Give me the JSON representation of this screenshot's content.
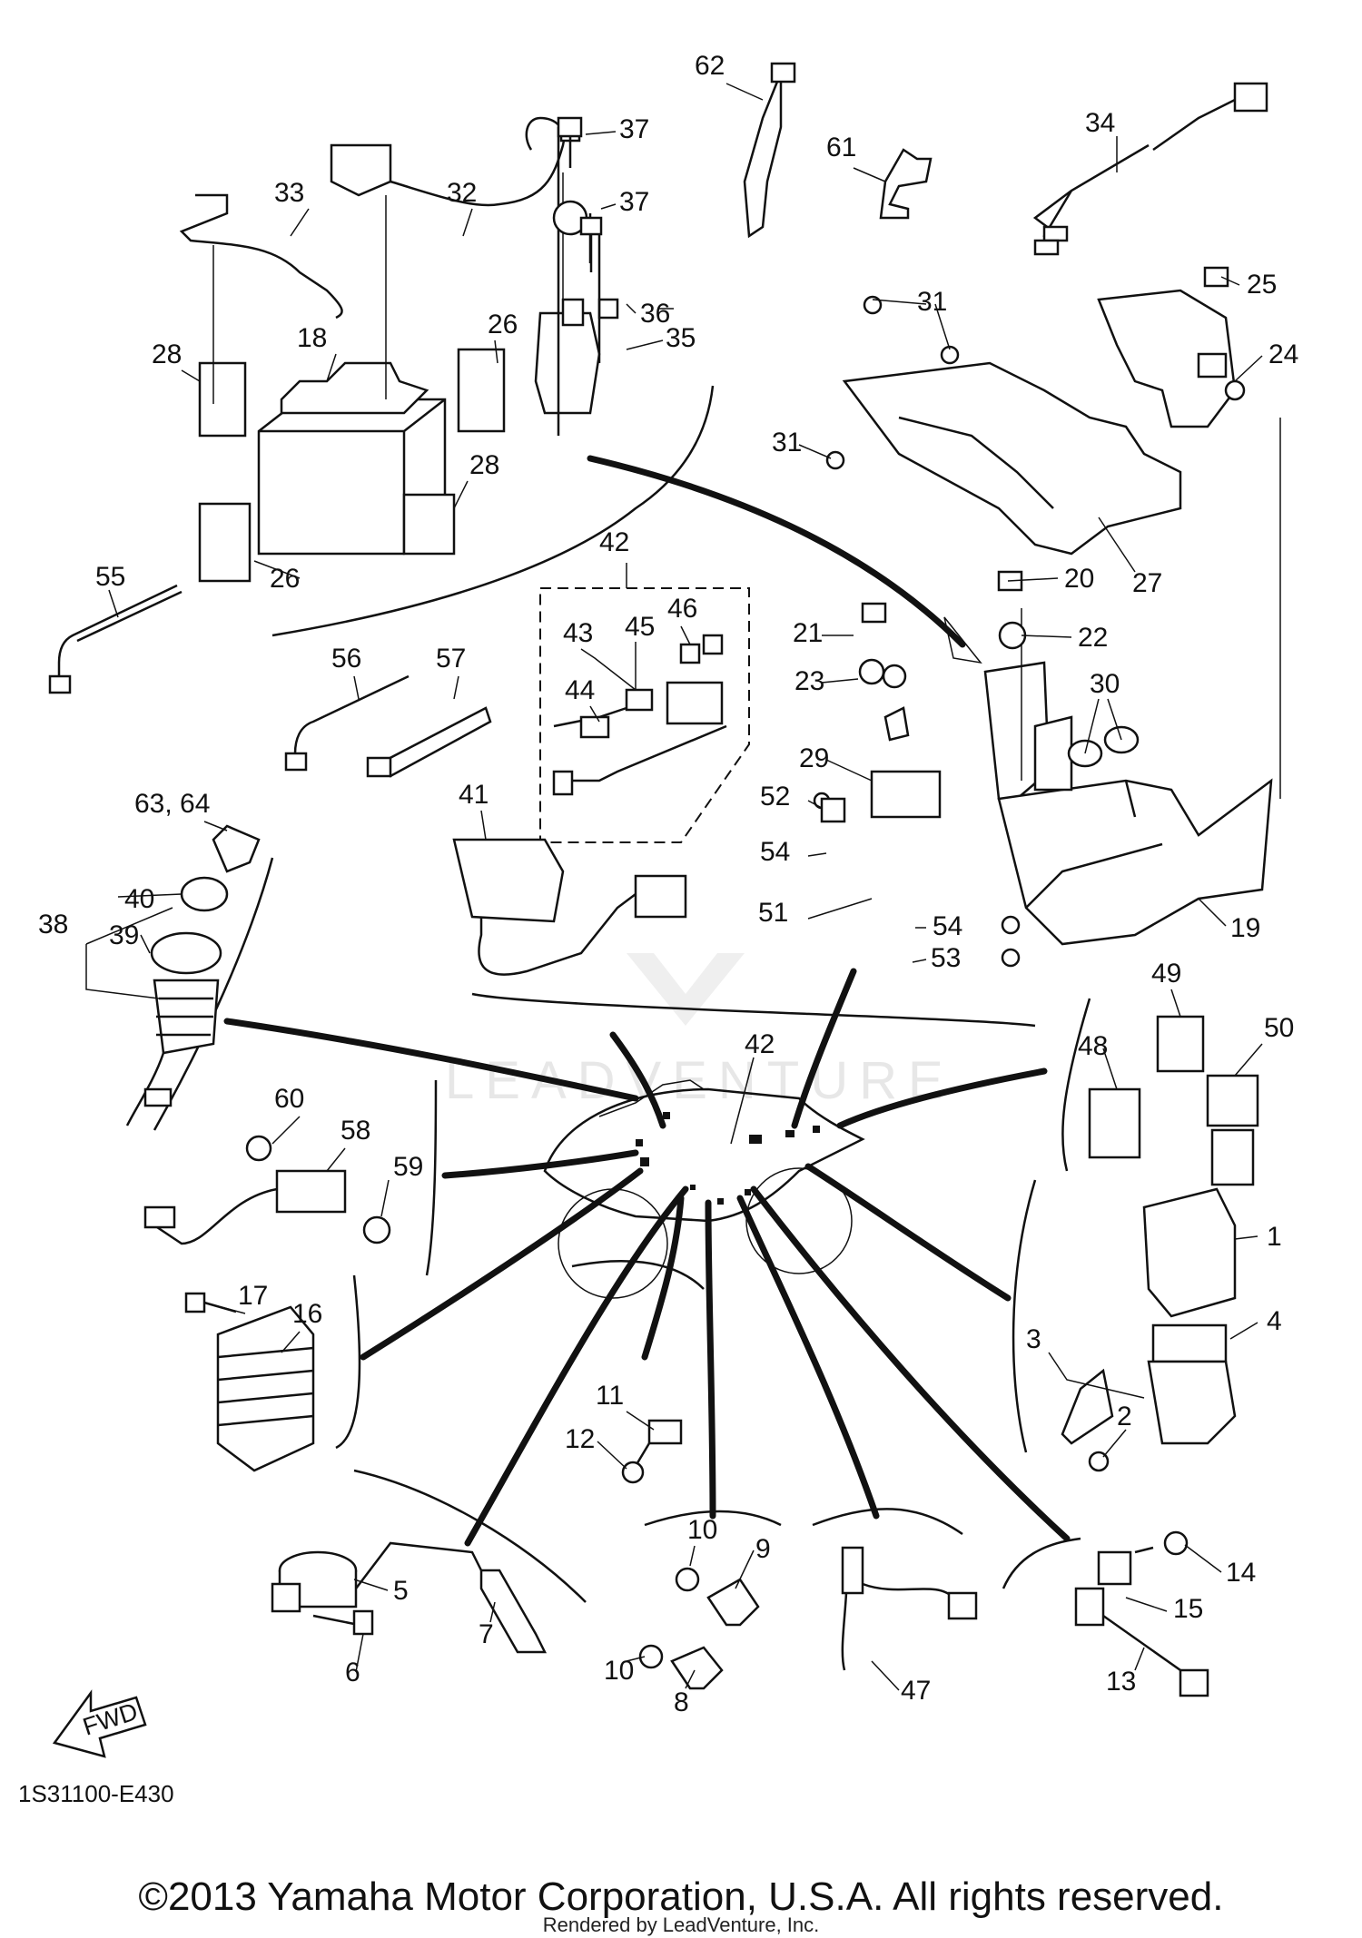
{
  "diagram": {
    "watermark": "LEADVENTURE",
    "diagram_code": "1S31100-E430",
    "fwd_label": "FWD",
    "callouts": [
      "1",
      "2",
      "3",
      "4",
      "5",
      "6",
      "7",
      "8",
      "9",
      "10",
      "10",
      "11",
      "12",
      "13",
      "14",
      "15",
      "16",
      "17",
      "18",
      "19",
      "20",
      "21",
      "22",
      "23",
      "24",
      "25",
      "26",
      "26",
      "27",
      "28",
      "28",
      "29",
      "30",
      "31",
      "31",
      "32",
      "33",
      "34",
      "35",
      "36",
      "37",
      "37",
      "38",
      "39",
      "40",
      "41",
      "42",
      "42",
      "43",
      "44",
      "45",
      "46",
      "47",
      "48",
      "49",
      "50",
      "51",
      "52",
      "53",
      "54",
      "54",
      "55",
      "56",
      "57",
      "58",
      "59",
      "60",
      "61",
      "62",
      "63, 64"
    ]
  },
  "footer": {
    "copyright": "©2013 Yamaha Motor Corporation, U.S.A. All rights reserved.",
    "rendered_by": "Rendered by LeadVenture, Inc."
  }
}
